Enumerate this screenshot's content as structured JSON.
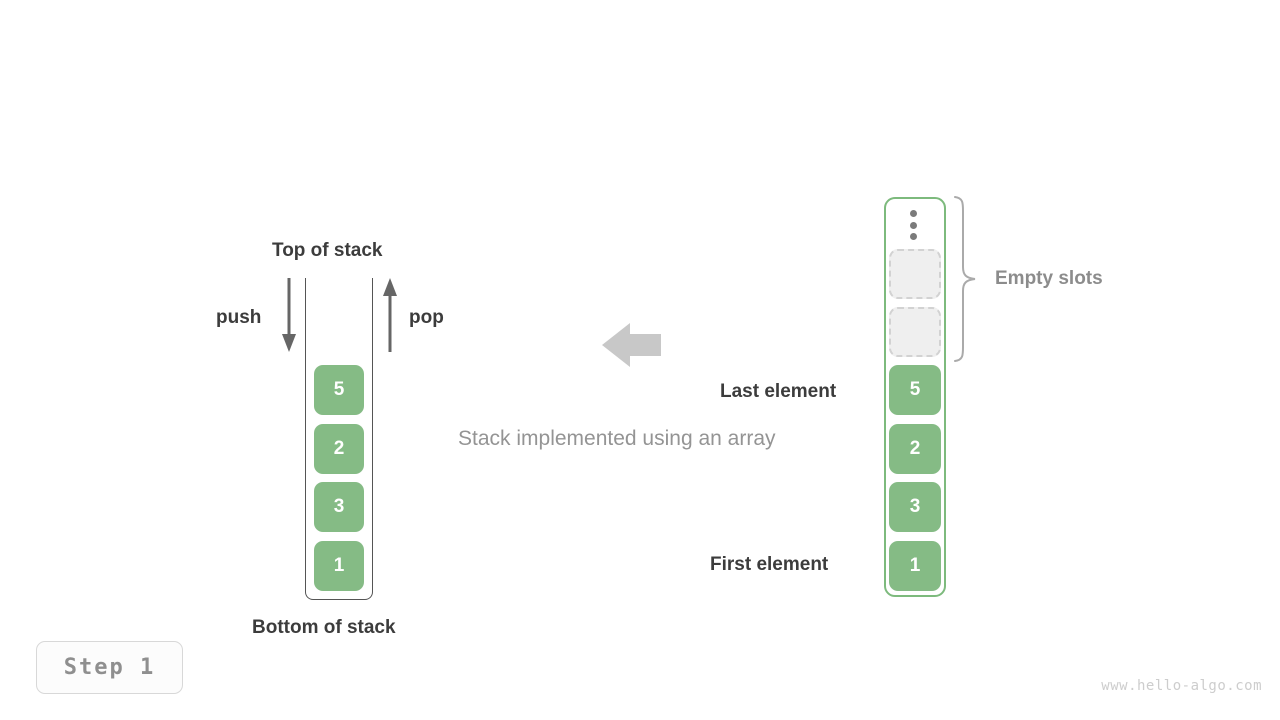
{
  "diagram": {
    "caption": "Stack implemented using an array",
    "colors": {
      "element_fill": "#85bb85",
      "element_text": "#ffffff",
      "empty_slot_fill": "#efefef",
      "empty_slot_border": "#d2d2d2",
      "array_border": "#7dba7d",
      "stack_wall": "#555555",
      "dark_text": "#3c3c3c",
      "gray_text": "#8c8c8c",
      "caption_text": "#949494",
      "flow_arrow": "#c8c8c8",
      "background": "#ffffff"
    },
    "left_stack": {
      "top_label": "Top of stack",
      "bottom_label": "Bottom of stack",
      "push_label": "push",
      "pop_label": "pop",
      "push_direction": "down",
      "pop_direction": "up",
      "elements": [
        {
          "value": "5",
          "position": "top"
        },
        {
          "value": "2",
          "position": "middle"
        },
        {
          "value": "3",
          "position": "middle"
        },
        {
          "value": "1",
          "position": "bottom"
        }
      ]
    },
    "center": {
      "flow_arrow_icon": "arrow-left-icon",
      "caption": "Stack implemented using an array"
    },
    "right_array": {
      "last_element_label": "Last element",
      "first_element_label": "First element",
      "empty_slots_label": "Empty slots",
      "ellipsis_icon": "vertical-ellipsis-icon",
      "brace_icon": "curly-brace-icon",
      "empty_slot_count": 2,
      "elements": [
        {
          "value": "5",
          "state": "filled"
        },
        {
          "value": "2",
          "state": "filled"
        },
        {
          "value": "3",
          "state": "filled"
        },
        {
          "value": "1",
          "state": "filled"
        }
      ]
    },
    "step_badge": "Step 1",
    "watermark": "www.hello-algo.com"
  }
}
